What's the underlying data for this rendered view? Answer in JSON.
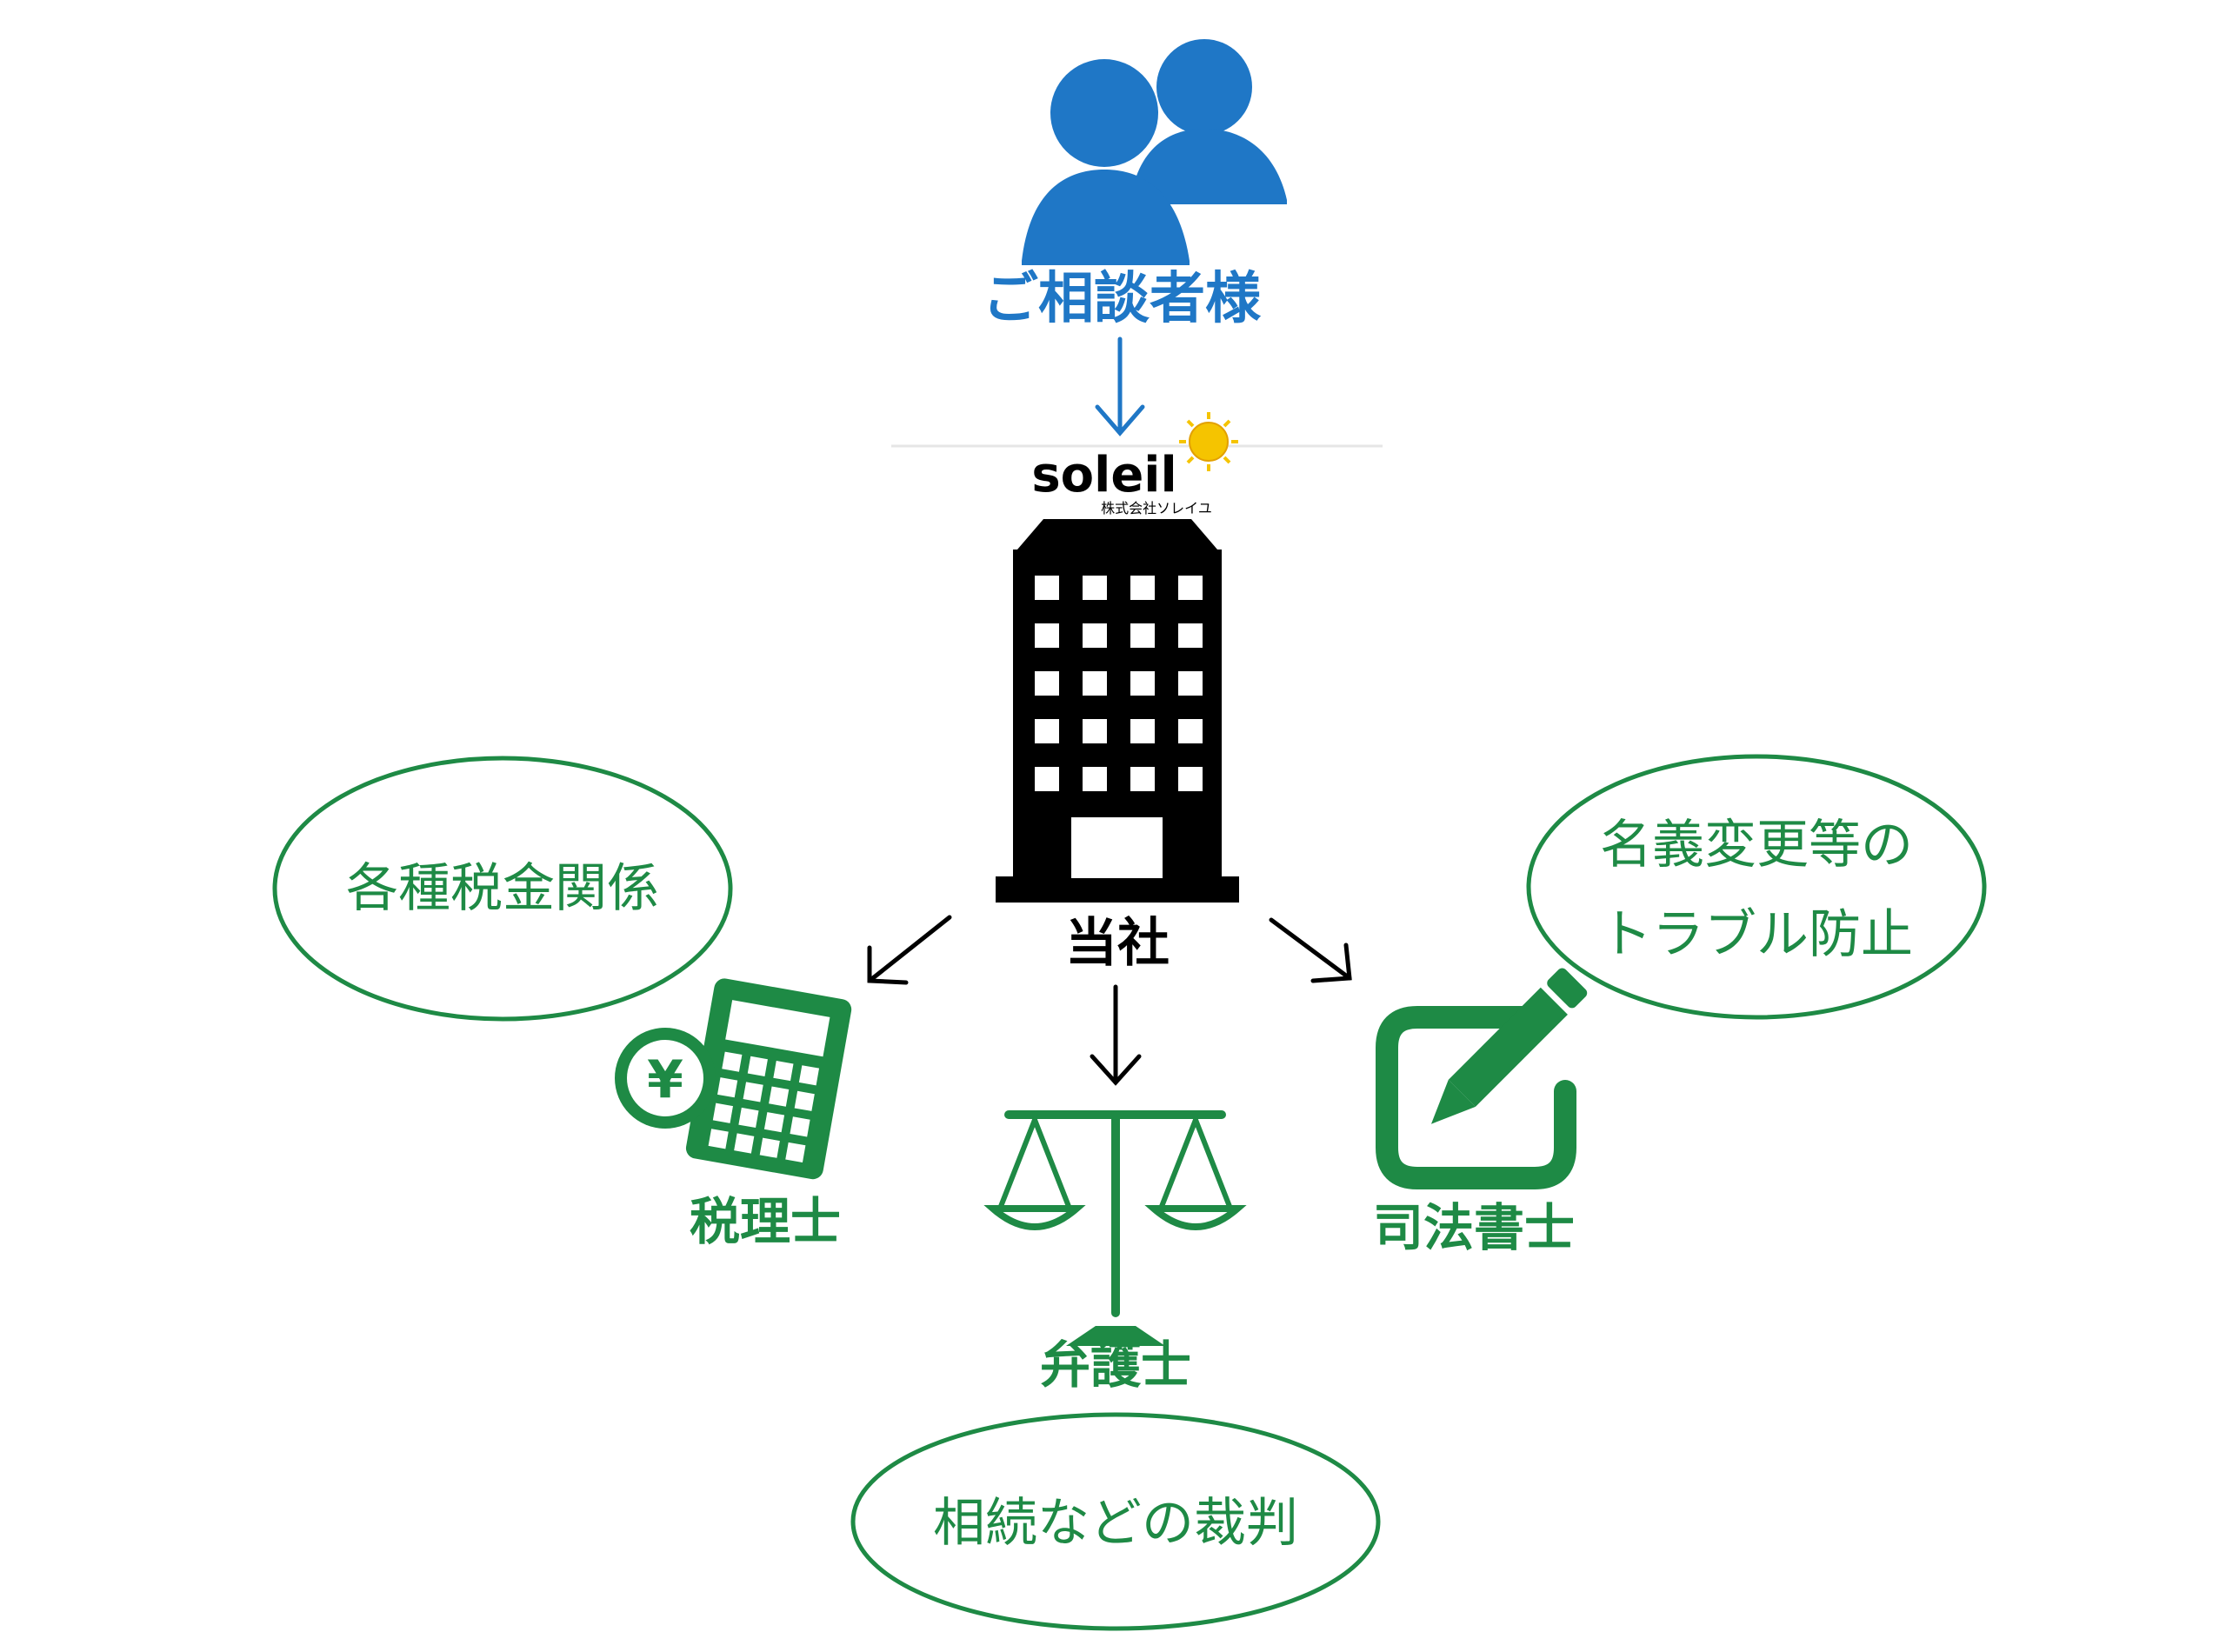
{
  "client": {
    "label": "ご相談者様",
    "icon": "users-icon"
  },
  "company": {
    "logo_text": "soleil",
    "logo_subtext": "株式会社ソレイユ",
    "label": "当社",
    "icon": "office-building-icon",
    "logo_icon": "sun-icon"
  },
  "partners": {
    "tax": {
      "label": "税理士",
      "icon": "calculator-yen-icon",
      "note": "各種税金関係"
    },
    "lawyer": {
      "label": "弁護士",
      "icon": "scales-icon",
      "note": "相続などの裁判"
    },
    "scrivener": {
      "label": "司法書士",
      "icon": "edit-pencil-icon",
      "note_line1": "名義変更等の",
      "note_line2": "トラブル防止"
    }
  },
  "colors": {
    "client_blue": "#1f77c6",
    "partner_green": "#1e8a45",
    "building_black": "#000000",
    "sun_yellow": "#f5c400"
  }
}
